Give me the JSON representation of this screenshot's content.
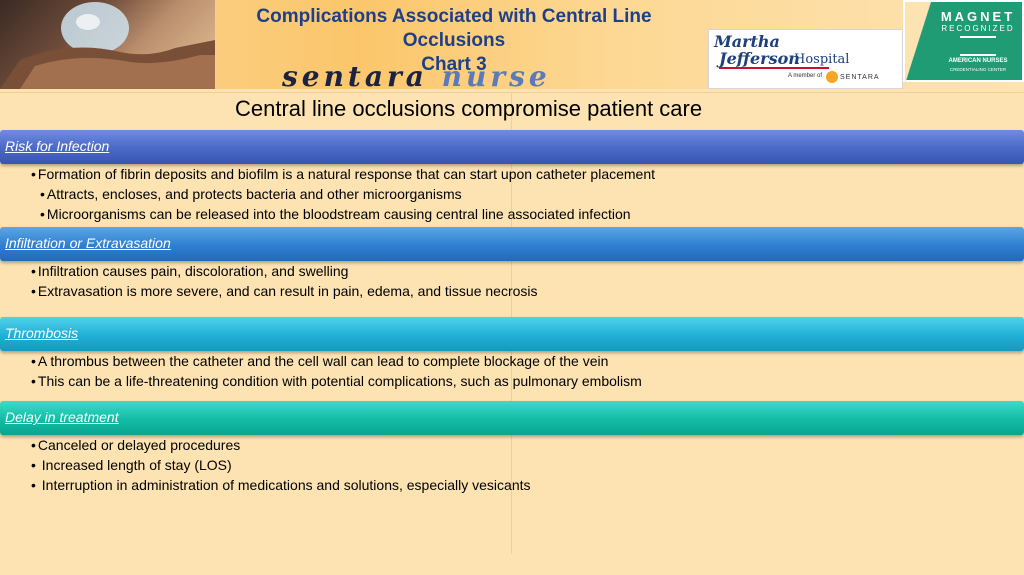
{
  "header": {
    "title_line1": "Complications Associated with Central Line",
    "title_line2": "Occlusions",
    "title_line3": "Chart 3",
    "brand_word1": "sentara",
    "brand_word2": "nurse",
    "hospital_logo": {
      "line1": "Martha",
      "line2": "Jefferson",
      "line3": "Hospital",
      "member_text": "A member of",
      "parent_text": "SENTARA"
    },
    "magnet_badge": {
      "line1": "MAGNET",
      "line2": "RECOGNIZED",
      "line3": "AMERICAN NURSES",
      "line4": "CREDENTIALING CENTER"
    }
  },
  "subtitle": "Central line occlusions compromise patient care",
  "sections": [
    {
      "title": "Risk for Infection",
      "color": "#4a68c7",
      "bullets": [
        "Formation of fibrin deposits and biofilm is a natural response that can start upon catheter placement",
        "Attracts, encloses, and protects bacteria and other microorganisms",
        "Microorganisms can be released into the bloodstream causing central line associated infection"
      ]
    },
    {
      "title": "Infiltration or Extravasation",
      "color": "#2f7fd0",
      "bullets": [
        "Infiltration causes pain, discoloration, and swelling",
        "Extravasation is more severe, and can result in pain, edema, and tissue necrosis"
      ]
    },
    {
      "title": "Thrombosis",
      "color": "#20b0d6",
      "bullets": [
        "A thrombus between the catheter and the cell wall can lead to complete blockage of the vein",
        "This can be a life-threatening condition with potential complications, such as pulmonary embolism"
      ]
    },
    {
      "title": "Delay in treatment",
      "color": "#13bca6",
      "bullets": [
        "Canceled or delayed procedures",
        " Increased length of stay (LOS)",
        " Interruption in administration of medications and solutions, especially vesicants"
      ]
    }
  ]
}
